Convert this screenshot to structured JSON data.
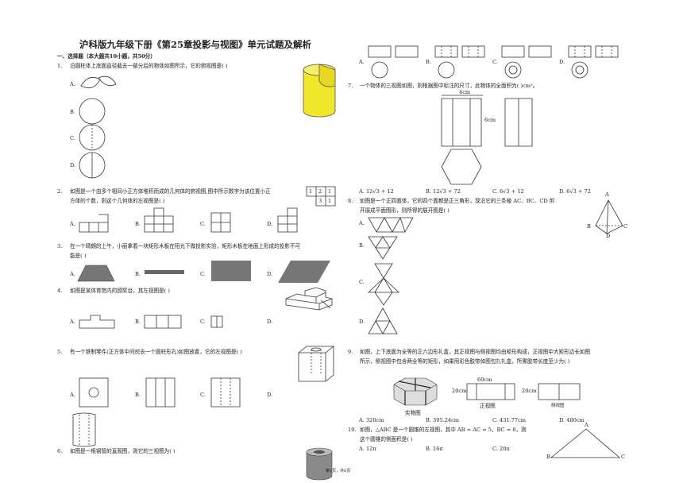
{
  "title": "沪科版九年级下册《第25章投影与视图》单元试题及解析",
  "section": "一、选择题（本大题共10小题，共50分）",
  "q1": {
    "num": "1.",
    "text": "沿圆柱体上底面直径截去一部分后的物体如图所示，它的俯视图是(   )",
    "opts": [
      "A.",
      "B.",
      "C.",
      "D."
    ]
  },
  "q2": {
    "num": "2.",
    "line1": "如图是一个由多个相同小正方体堆积而成的几何体的俯视图,图中所示数字为该位置小正",
    "line2": "方体的个数，则这个几何体的左视图是(   )",
    "grid": [
      "1",
      "2",
      "1",
      "3",
      "1"
    ],
    "opts": [
      "A.",
      "B.",
      "C.",
      "D."
    ]
  },
  "q3": {
    "num": "3.",
    "line1": "在一个晴朗的上午，小丽拿着一块矩形木板在阳光下做投影实验，矩形木板在地面上形成的投影不可",
    "line2": "能是(   )",
    "opts": [
      "A.",
      "B.",
      "C.",
      "D."
    ]
  },
  "q4": {
    "num": "4.",
    "text": "如图是某体育馆内的颁奖台，其左视图是(   )",
    "opts": [
      "A.",
      "B.",
      "C.",
      "D."
    ]
  },
  "q5": {
    "num": "5.",
    "text": "有一个铁制零件(正方体中间挖去一个圆柱形孔)如图放置，它的左视图是(   )",
    "opts": [
      "A.",
      "B.",
      "C.",
      "D."
    ]
  },
  "q6": {
    "num": "6.",
    "text": "如图是一根钢管的直观图，则它的三视图为(   )",
    "opts": [
      "A.",
      "B.",
      "C.",
      "D."
    ]
  },
  "q7": {
    "num": "7.",
    "text": "一个物体的三视图如图，则根据图中标注的尺寸，此物体的全面积为(    )cm²。",
    "dim_w": "4cm",
    "dim_h": "6cm",
    "opts": [
      "A. 12√3 + 12",
      "B. 12√3 + 72",
      "C. 6√3 + 12",
      "D. 6√3 + 72"
    ]
  },
  "q8": {
    "num": "8.",
    "line1": "如图是一个正四面体，它的四个面都是正三角形，现沿它的三条棱 AC、BC、CD 剪",
    "line2": "开展成平面图形，则所得的展开图是(   )",
    "labels": [
      "A",
      "B",
      "C",
      "D"
    ],
    "opts": [
      "A.",
      "B.",
      "C.",
      "D."
    ]
  },
  "q9": {
    "num": "9.",
    "line1": "如图，上下底面为全等的正六边形礼盒，其正视图与侧视图均由矩形构成，正视图中大矩形边长如图",
    "line2": "所示，侧视图中包含两全等的矩形，如果用彩色胶带如图包扎礼盒，所需胶带长度至少为(   )",
    "cap1": "实物图",
    "cap2": "正视图",
    "cap3": "侧视图",
    "w": "60cm",
    "h1": "20cm",
    "h2": "20cm",
    "opts": [
      "A. 320cm",
      "B. 395.24cm",
      "C. 431.77cm",
      "D. 480cm"
    ]
  },
  "q10": {
    "num": "10.",
    "line1": "如图，△ABC 是一个圆锥的左视图，其中 AB = AC = 5，BC = 8，则",
    "line2": "这个圆锥的侧面积是(   )",
    "labels": [
      "A",
      "B",
      "C"
    ],
    "opts": [
      "A. 12π",
      "B. 16π",
      "C. 20π"
    ]
  },
  "footer": "第1页，共6页"
}
